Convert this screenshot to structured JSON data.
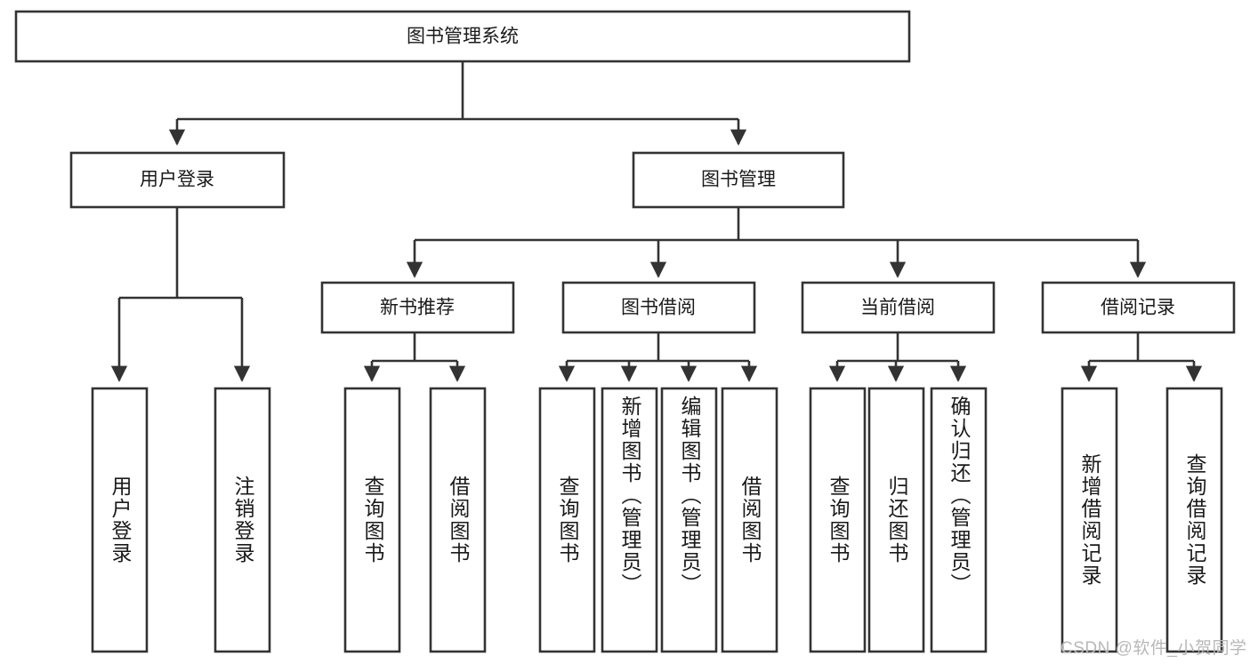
{
  "diagram": {
    "type": "tree-hierarchy",
    "title": "图书管理系统",
    "background_color": "#ffffff",
    "line_color": "#333333",
    "text_color": "#1a1a1a",
    "root": {
      "id": "root",
      "label": "图书管理系统"
    },
    "level1": [
      {
        "id": "user-login",
        "label": "用户登录"
      },
      {
        "id": "book-management",
        "label": "图书管理"
      }
    ],
    "level2": [
      {
        "id": "new-book-recommend",
        "label": "新书推荐",
        "parent": "book-management"
      },
      {
        "id": "book-borrow",
        "label": "图书借阅",
        "parent": "book-management"
      },
      {
        "id": "current-borrow",
        "label": "当前借阅",
        "parent": "book-management"
      },
      {
        "id": "borrow-record",
        "label": "借阅记录",
        "parent": "book-management"
      }
    ],
    "leaves": [
      {
        "id": "leaf-user-login",
        "label": "用户登录",
        "parent": "user-login"
      },
      {
        "id": "leaf-logout",
        "label": "注销登录",
        "parent": "user-login"
      },
      {
        "id": "leaf-query-book-1",
        "label": "查询图书",
        "parent": "new-book-recommend"
      },
      {
        "id": "leaf-borrow-book-1",
        "label": "借阅图书",
        "parent": "new-book-recommend"
      },
      {
        "id": "leaf-query-book-2",
        "label": "查询图书",
        "parent": "book-borrow"
      },
      {
        "id": "leaf-add-book",
        "label": "新增图书（管理员）",
        "parent": "book-borrow"
      },
      {
        "id": "leaf-edit-book",
        "label": "编辑图书（管理员）",
        "parent": "book-borrow"
      },
      {
        "id": "leaf-borrow-book-2",
        "label": "借阅图书",
        "parent": "book-borrow"
      },
      {
        "id": "leaf-query-book-3",
        "label": "查询图书",
        "parent": "current-borrow"
      },
      {
        "id": "leaf-return-book",
        "label": "归还图书",
        "parent": "current-borrow"
      },
      {
        "id": "leaf-confirm-return",
        "label": "确认归还（管理员）",
        "parent": "current-borrow"
      },
      {
        "id": "leaf-add-record",
        "label": "新增借阅记录",
        "parent": "borrow-record"
      },
      {
        "id": "leaf-query-record",
        "label": "查询借阅记录",
        "parent": "borrow-record"
      }
    ]
  },
  "watermark": {
    "text": "CSDN @软件_小贺同学",
    "color": "#b8b8b8"
  }
}
